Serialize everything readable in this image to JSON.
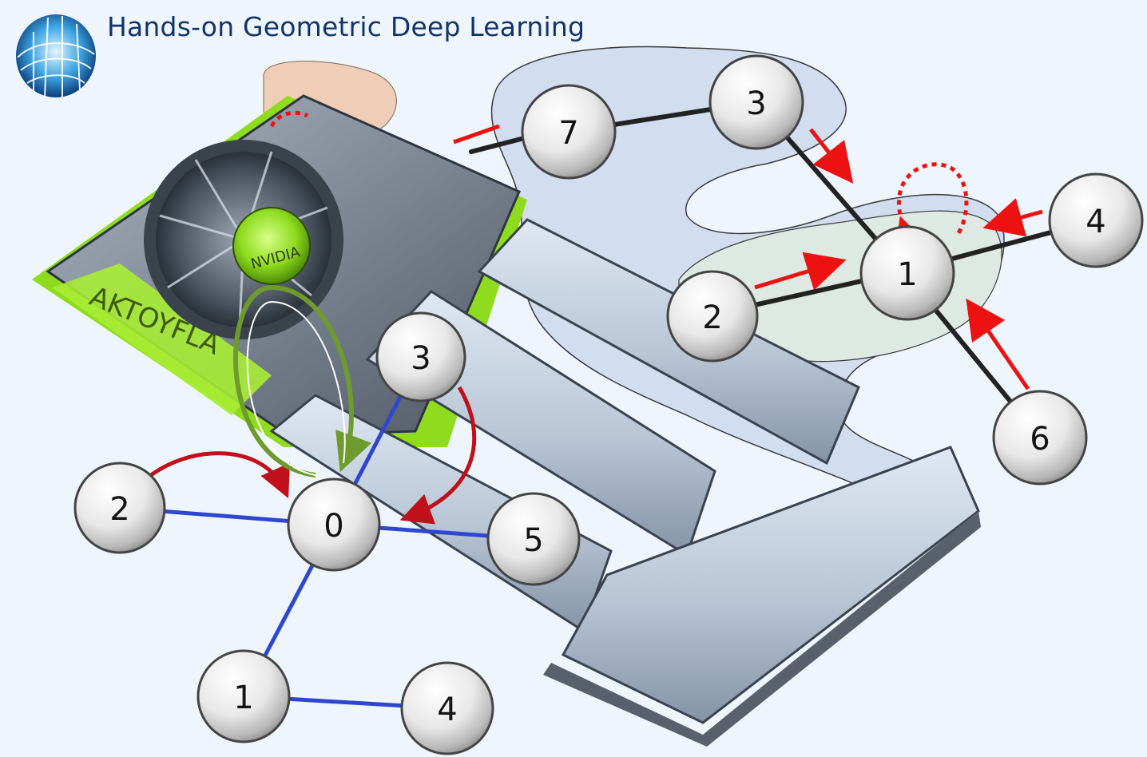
{
  "header": {
    "title": "Hands-on Geometric Deep Learning"
  },
  "card": {
    "fan_brand": "NVIDIA",
    "side_text": "AKTOYFLA"
  },
  "colors": {
    "title": "#12346b",
    "accent_green": "#8fdc1e",
    "message_arrow": "#ee1111",
    "gnn_edge": "#2f47d0",
    "graph_edge": "#222222",
    "blob_blue": "#d2def0",
    "blob_green": "#dde9e2",
    "blob_tan": "#f0cdb6",
    "chip": "#b9c6d6"
  },
  "graph_small": {
    "nodes": [
      {
        "id": "g0",
        "label": "0"
      },
      {
        "id": "g1",
        "label": "1"
      },
      {
        "id": "g2",
        "label": "2"
      },
      {
        "id": "g3",
        "label": "3"
      },
      {
        "id": "g4",
        "label": "4"
      },
      {
        "id": "g5",
        "label": "5"
      }
    ]
  },
  "graph_large": {
    "nodes": [
      {
        "id": "h1",
        "label": "1"
      },
      {
        "id": "h2",
        "label": "2"
      },
      {
        "id": "h3",
        "label": "3"
      },
      {
        "id": "h4",
        "label": "4"
      },
      {
        "id": "h6",
        "label": "6"
      },
      {
        "id": "h7",
        "label": "7"
      }
    ]
  }
}
